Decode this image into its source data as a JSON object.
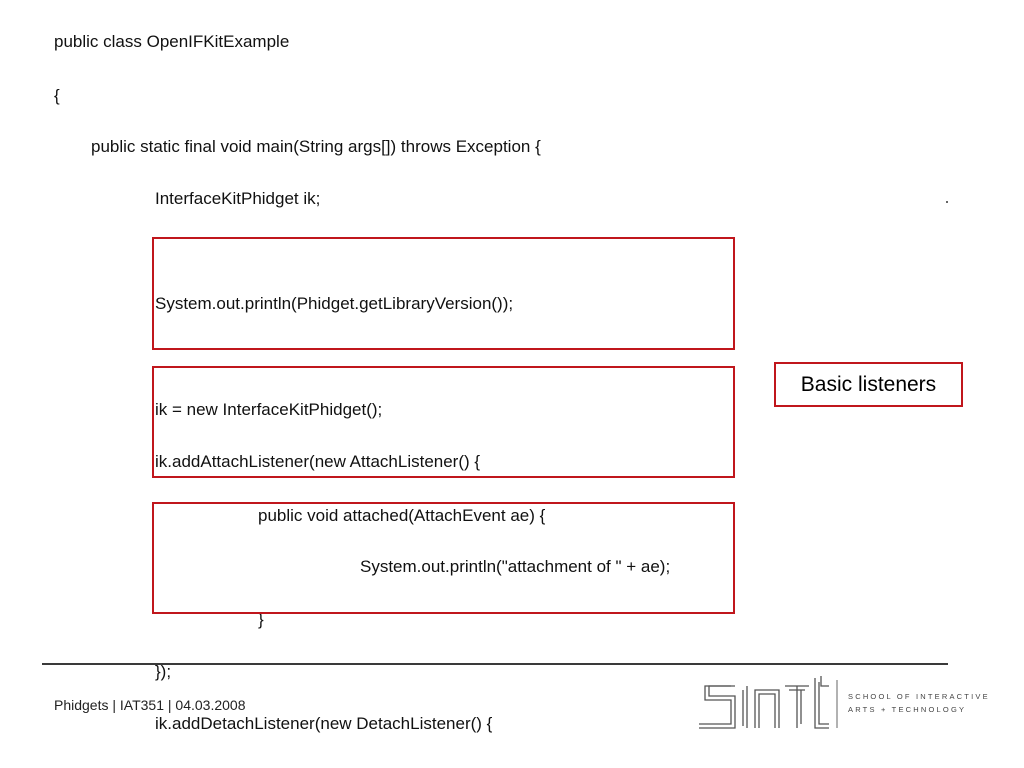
{
  "code_lines": [
    "public class OpenIFKitExample",
    "{",
    "public static final void main(String args[]) throws Exception {",
    "InterfaceKitPhidget ik;",
    "System.out.println(Phidget.getLibraryVersion());",
    "ik = new InterfaceKitPhidget();",
    "ik.addAttachListener(new AttachListener() {",
    "public void attached(AttachEvent ae) {",
    "System.out.println(\"attachment of \" + ae);",
    "}",
    "});",
    "ik.addDetachListener(new DetachListener() {"
  ],
  "callout": {
    "label": "Basic listeners"
  },
  "footer": {
    "text": "Phidgets  |  IAT351  |  04.03.2008"
  },
  "logo": {
    "line1": "SCHOOL OF INTERACTIVE",
    "line2": "ARTS + TECHNOLOGY"
  },
  "colors": {
    "highlight": "#c0161c"
  }
}
